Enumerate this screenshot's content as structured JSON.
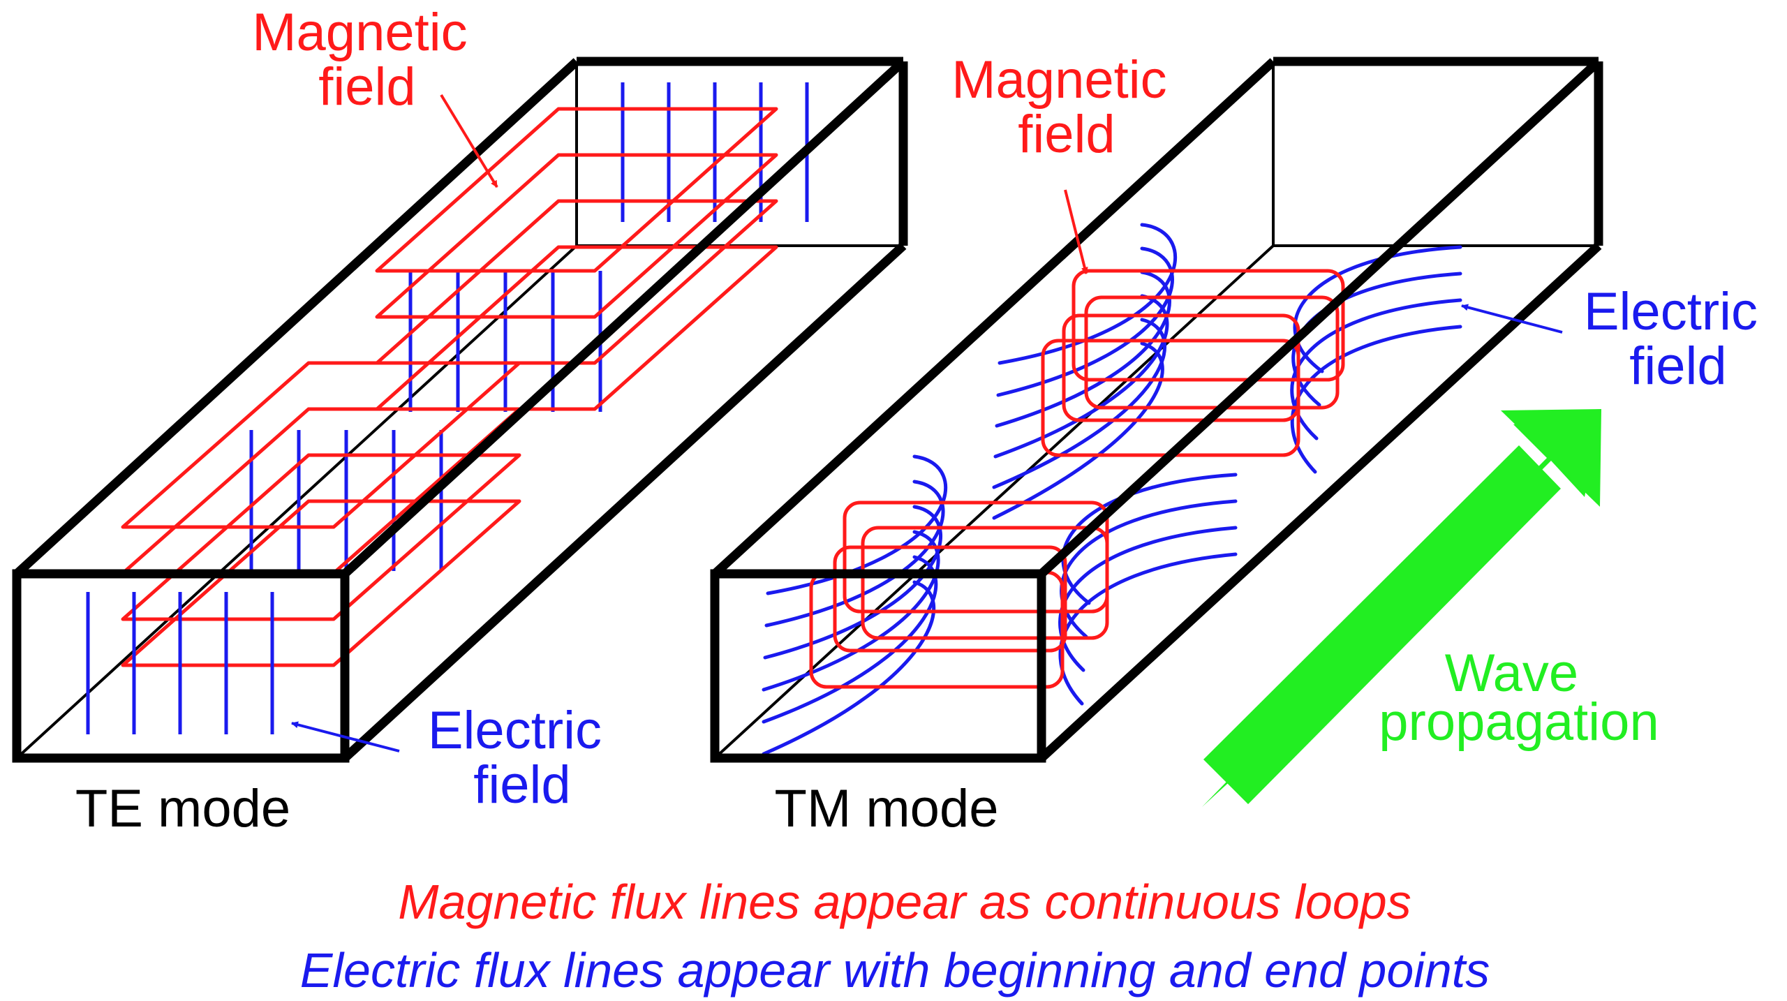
{
  "colors": {
    "magnetic": "#ff1a1a",
    "electric": "#1a1aee",
    "outline": "#000000",
    "arrow": "#22ee22"
  },
  "te": {
    "mode_label": "TE mode",
    "magnetic_label": [
      "Magnetic",
      "field"
    ],
    "electric_label": [
      "Electric",
      "field"
    ]
  },
  "tm": {
    "mode_label": "TM mode",
    "magnetic_label": [
      "Magnetic",
      "field"
    ],
    "electric_label": [
      "Electric",
      "field"
    ]
  },
  "propagation": {
    "label": [
      "Wave",
      "propagation"
    ]
  },
  "captions": {
    "magnetic": "Magnetic flux lines appear as continuous loops",
    "electric": "Electric flux lines appear with beginning and end points"
  }
}
